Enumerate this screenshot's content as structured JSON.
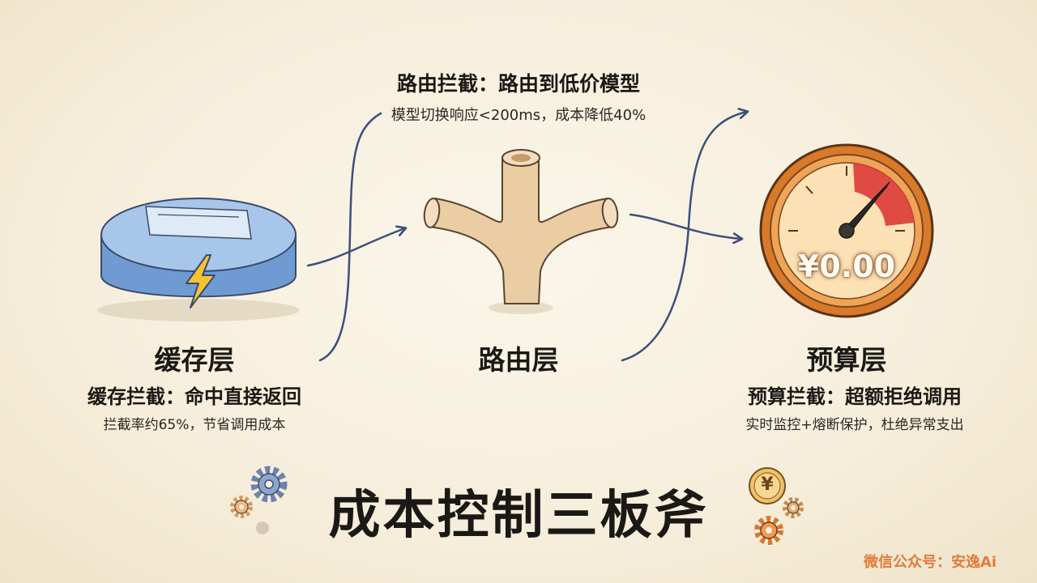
{
  "title": "成本控制三板斧",
  "watermark": "微信公众号：安逸Ai",
  "layers": {
    "cache": {
      "name": "缓存层",
      "intercept": "缓存拦截：命中直接返回",
      "detail": "拦截率约65%，节省调用成本"
    },
    "router": {
      "name": "路由层",
      "intercept": "路由拦截：路由到低价模型",
      "detail": "模型切换响应<200ms，成本降低40%"
    },
    "budget": {
      "name": "预算层",
      "intercept": "预算拦截：超额拒绝调用",
      "detail": "实时监控+熔断保护，杜绝异常支出",
      "gauge_value": "¥0.00"
    }
  },
  "icons": {
    "cache": "cache-disk-icon",
    "router": "pipe-branch-icon",
    "budget": "budget-gauge-icon",
    "coin_symbol": "¥"
  },
  "colors": {
    "arrow": "#3d4f7a",
    "cache_blue": "#7fa6d8",
    "pipe_tan": "#e8c9a0",
    "gauge_orange": "#e48d36",
    "gauge_red": "#dc3b35",
    "watermark": "#e07b3a"
  }
}
